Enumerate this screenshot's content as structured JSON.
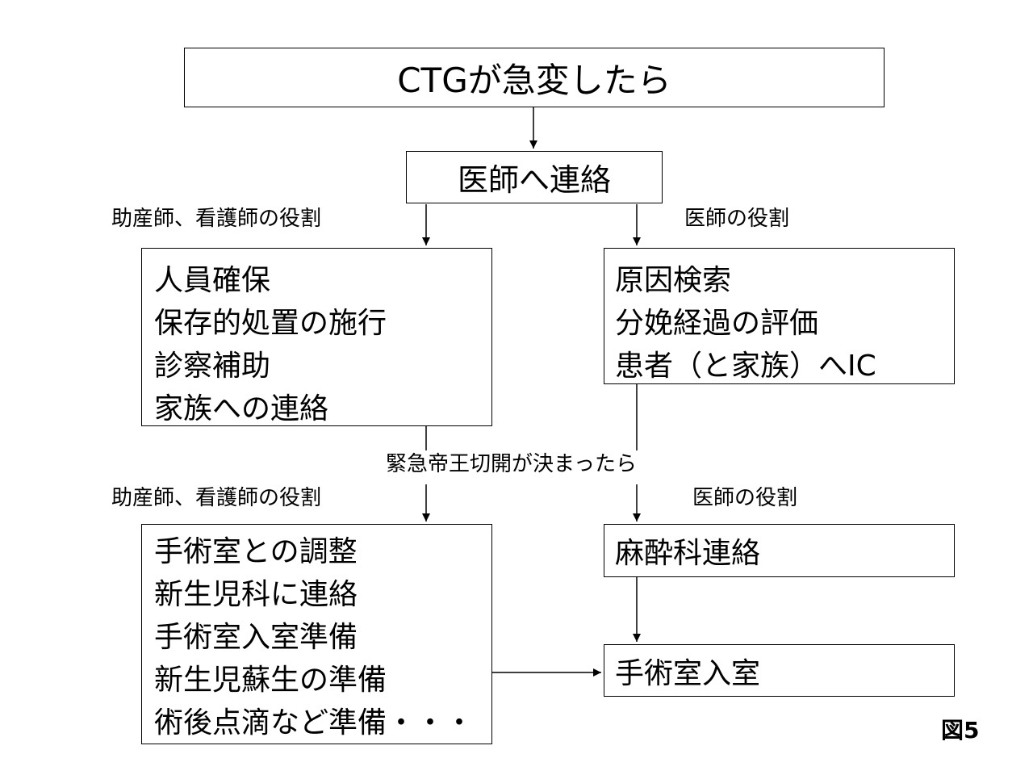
{
  "title": "CTGが急変したら",
  "contact": "医師へ連絡",
  "roles": {
    "midwife_nurse_top": "助産師、看護師の役割",
    "doctor_top": "医師の役割",
    "midwife_nurse_bottom": "助産師、看護師の役割",
    "doctor_bottom": "医師の役割"
  },
  "condition": "緊急帝王切開が決まったら",
  "left_top_items": [
    "人員確保",
    "保存的処置の施行",
    "診察補助",
    "家族への連絡"
  ],
  "right_top_items": [
    "原因検索",
    "分娩経過の評価",
    "患者（と家族）へIC"
  ],
  "left_bottom_items": [
    "手術室との調整",
    "新生児科に連絡",
    "手術室入室準備",
    "新生児蘇生の準備",
    "術後点滴など準備・・・"
  ],
  "anesthesia": "麻酔科連絡",
  "or_entry": "手術室入室",
  "figure_label": "図5"
}
